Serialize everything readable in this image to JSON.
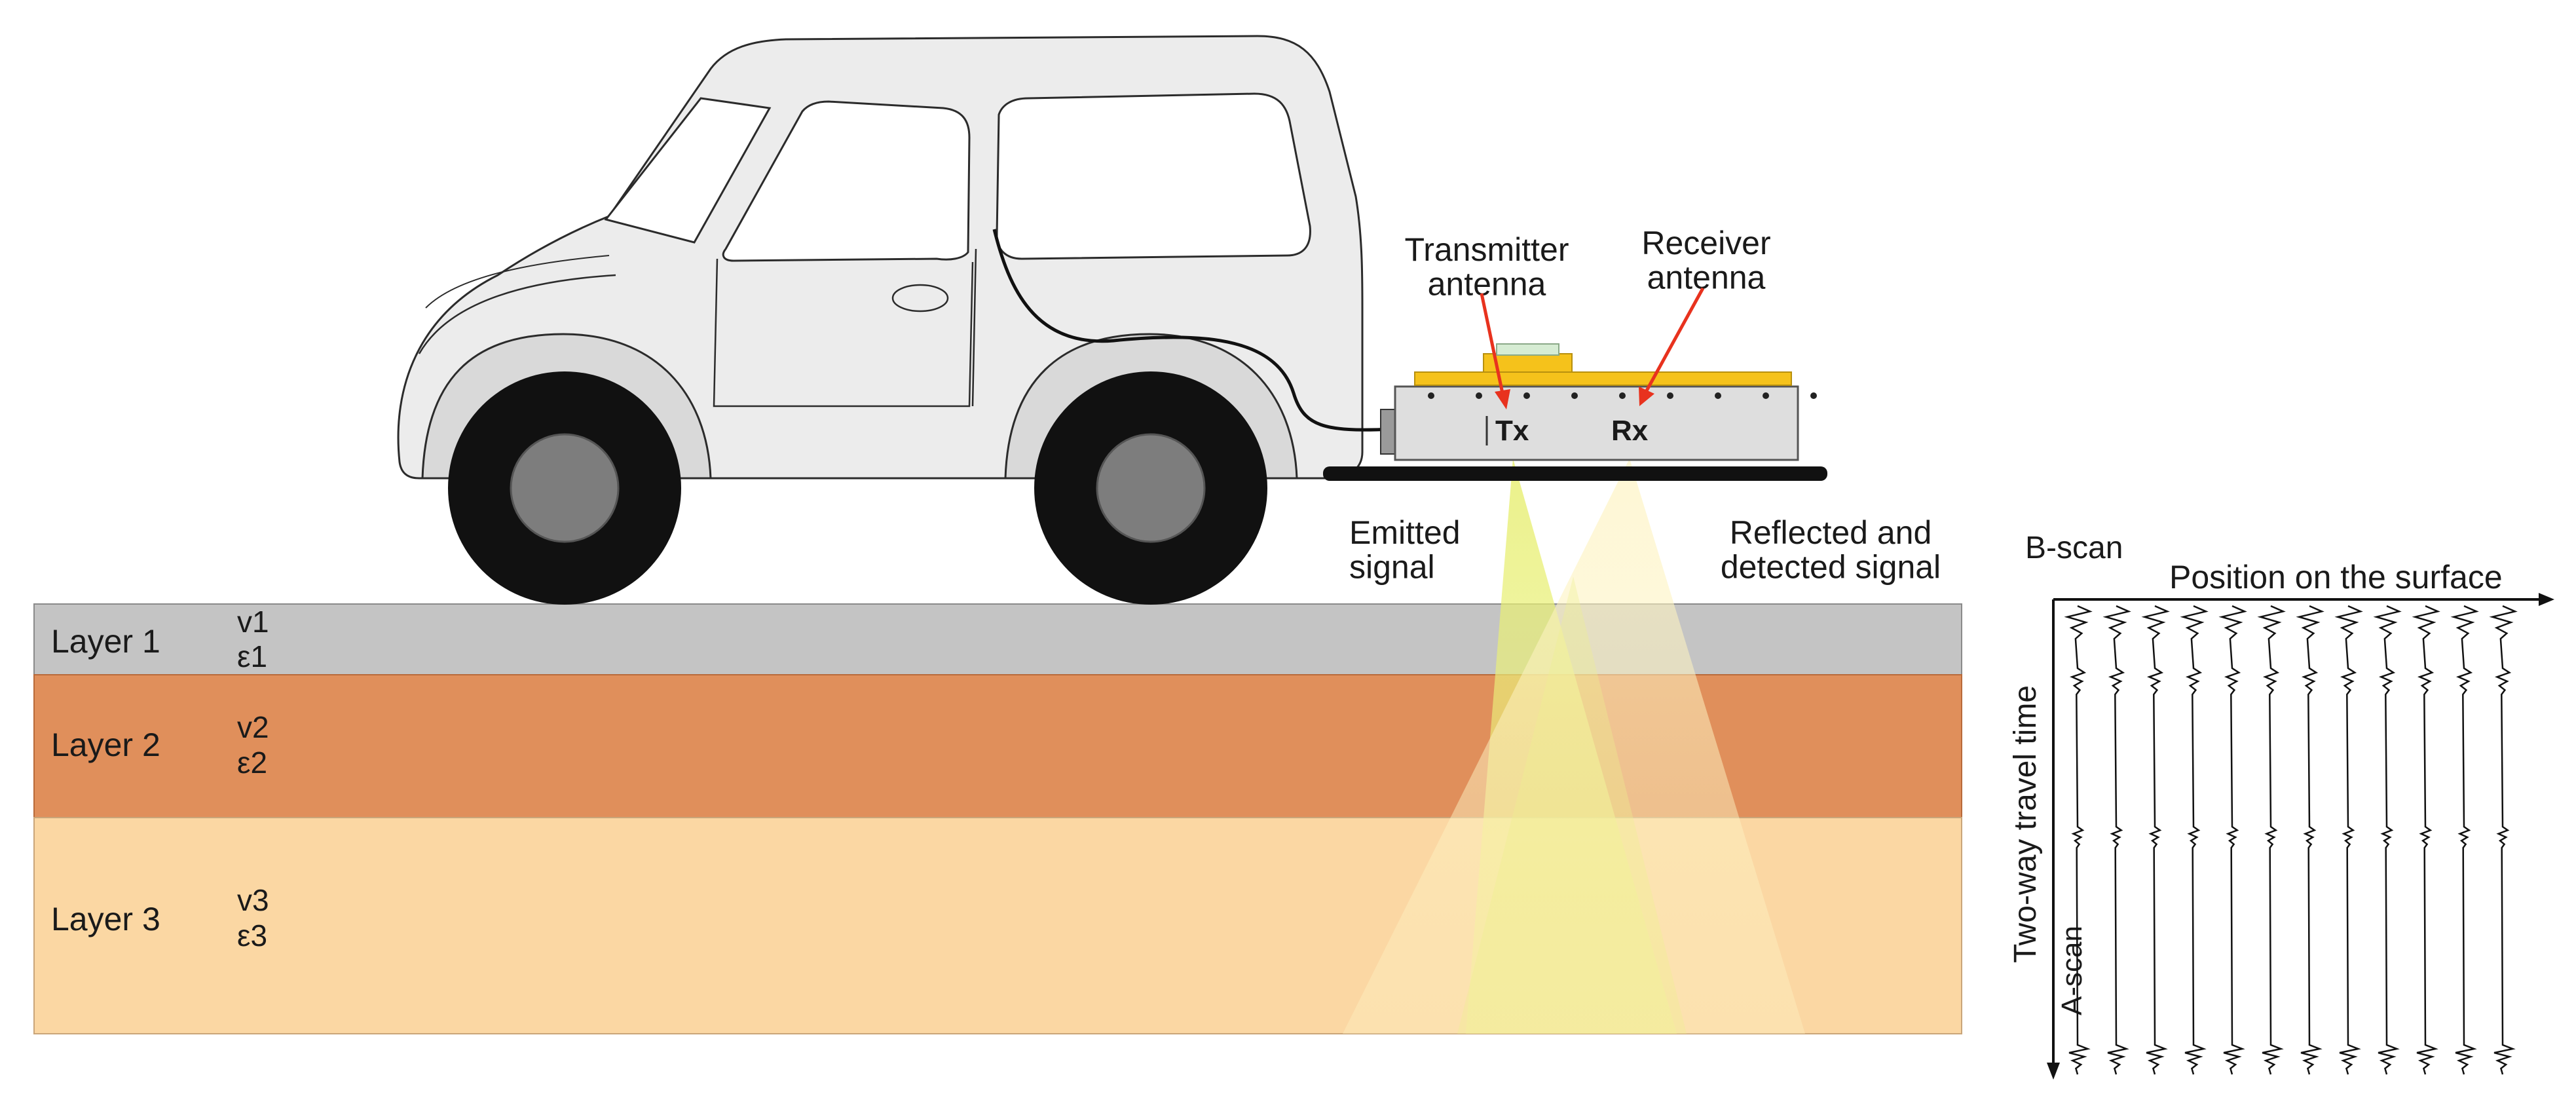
{
  "layers": [
    {
      "label": "Layer 1",
      "velocity": "v1",
      "permittivity": "ε1",
      "color": "#c4c4c4"
    },
    {
      "label": "Layer 2",
      "velocity": "v2",
      "permittivity": "ε2",
      "color": "#e08f5b"
    },
    {
      "label": "Layer 3",
      "velocity": "v3",
      "permittivity": "ε3",
      "color": "#fbd7a3"
    }
  ],
  "antenna": {
    "transmitter_label": "Transmitter\nantenna",
    "receiver_label": "Receiver\nantenna",
    "tx": "Tx",
    "rx": "Rx"
  },
  "signals": {
    "emitted": "Emitted\nsignal",
    "reflected": "Reflected and\ndetected signal"
  },
  "bscan": {
    "title": "B-scan",
    "x_axis_label": "Position on the surface",
    "y_axis_label": "Two-way travel time",
    "trace_label": "A-scan",
    "trace_count": 12
  },
  "colors": {
    "arrow": "#e8321e",
    "antenna_top": "#f5c21b",
    "beam_emitted": "#e9ef7a",
    "beam_reflected": "#fcefb4"
  }
}
